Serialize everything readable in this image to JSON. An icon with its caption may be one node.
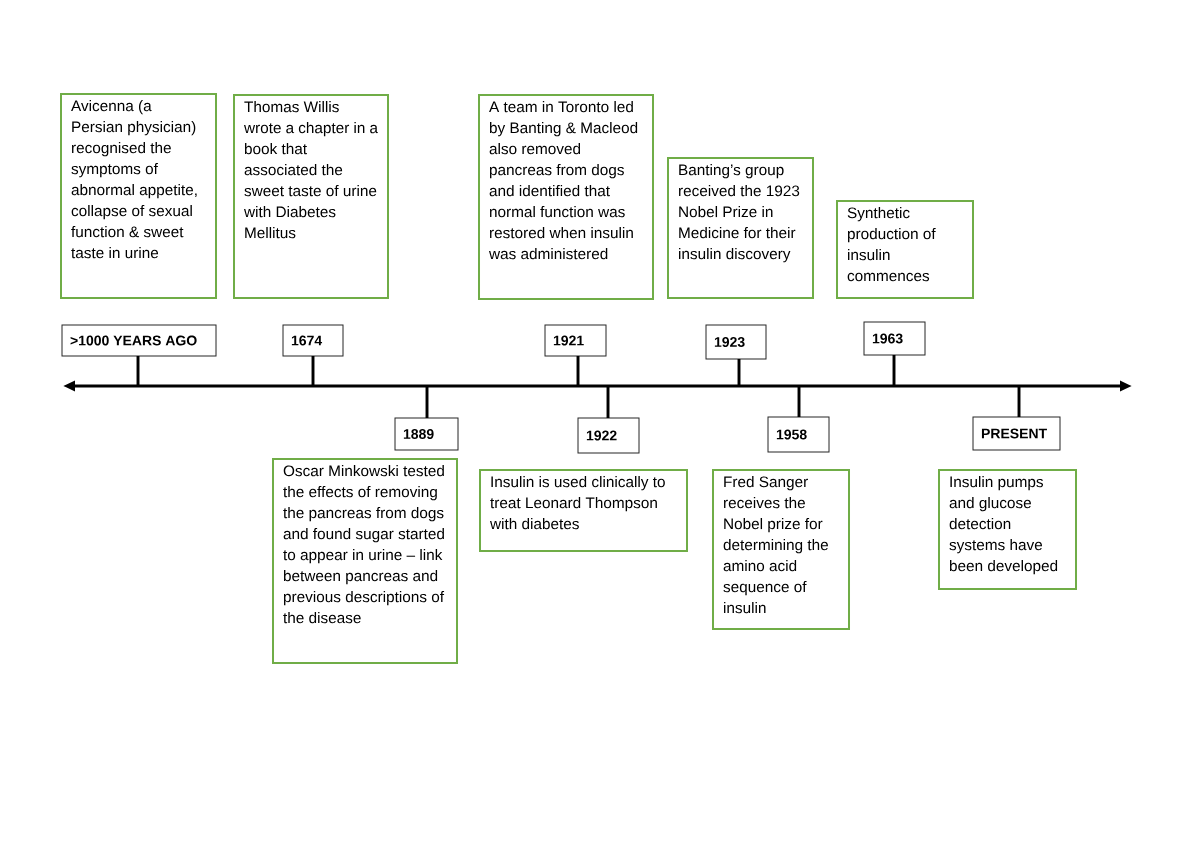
{
  "diagram": {
    "nodes": [
      {
        "text": [
          "Avicenna (a Persian physician) recognised the symptoms of abnormal appetite, collapse of sexual function & sweet taste in urine"
        ]
      },
      {
        "text": [
          "Thomas Willis wrote a chapter in a book that associated the sweet taste of urine with Diabetes Mellitus"
        ]
      },
      {
        "text": [
          "A team in Toronto led by Banting & Macleod also removed pancreas from dogs and identified that normal function was restored when insulin was administered"
        ]
      },
      {
        "text": [
          "Banting’s group received the 1923 Nobel Prize in Medicine for their insulin discovery"
        ]
      },
      {
        "text": [
          "Synthetic production of insulin commences"
        ]
      },
      {
        "text": [
          ">1000 YEARS AGO"
        ]
      },
      {
        "text": [
          "1674"
        ]
      },
      {
        "text": [
          "1921"
        ]
      },
      {
        "text": [
          "1923"
        ]
      },
      {
        "text": [
          "1963"
        ]
      },
      {
        "text": [
          "1889"
        ]
      },
      {
        "text": [
          "1922"
        ]
      },
      {
        "text": [
          "1958"
        ]
      },
      {
        "text": [
          "PRESENT"
        ]
      },
      {
        "text": [
          "Oscar Minkowski tested the effects of removing the pancreas from dogs and found sugar started to appear in urine – link between pancreas and previous descriptions of the disease"
        ]
      },
      {
        "text": [
          "Insulin is used clinically to treat Leonard Thompson with diabetes"
        ]
      },
      {
        "text": [
          "Fred Sanger receives the Nobel prize for determining the amino acid sequence of insulin"
        ]
      },
      {
        "text": [
          "Insulin pumps and glucose detection systems have been developed"
        ]
      }
    ],
    "edges": [
      {
        "from": 5,
        "to": null,
        "arrow": "none"
      },
      {
        "from": 6,
        "to": null,
        "arrow": "none"
      },
      {
        "from": 7,
        "to": null,
        "arrow": "none"
      },
      {
        "from": 8,
        "to": null,
        "arrow": "none"
      },
      {
        "from": 9,
        "to": null,
        "arrow": "none"
      },
      {
        "from": 10,
        "to": null,
        "arrow": "none"
      },
      {
        "from": 11,
        "to": null,
        "arrow": "none"
      },
      {
        "from": 12,
        "to": null,
        "arrow": "none"
      },
      {
        "from": 13,
        "to": null,
        "arrow": "none"
      }
    ]
  }
}
